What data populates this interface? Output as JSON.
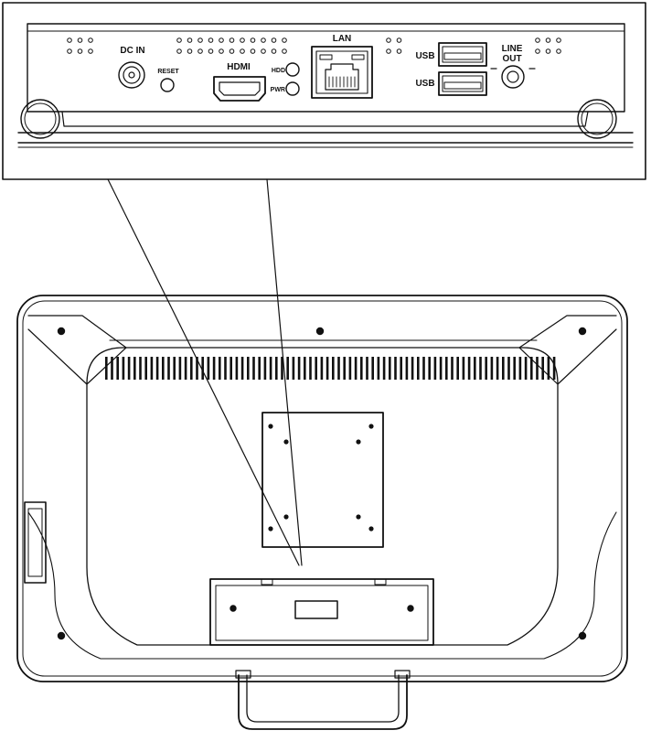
{
  "labels": {
    "dc_in": "DC IN",
    "reset": "RESET",
    "hdmi": "HDMI",
    "lan": "LAN",
    "hdd": "HDD",
    "pwr": "PWR",
    "usb_top": "USB",
    "usb_bottom": "USB",
    "line_out_1": "LINE",
    "line_out_2": "OUT"
  },
  "colors": {
    "stroke": "#111111",
    "background": "#ffffff"
  }
}
